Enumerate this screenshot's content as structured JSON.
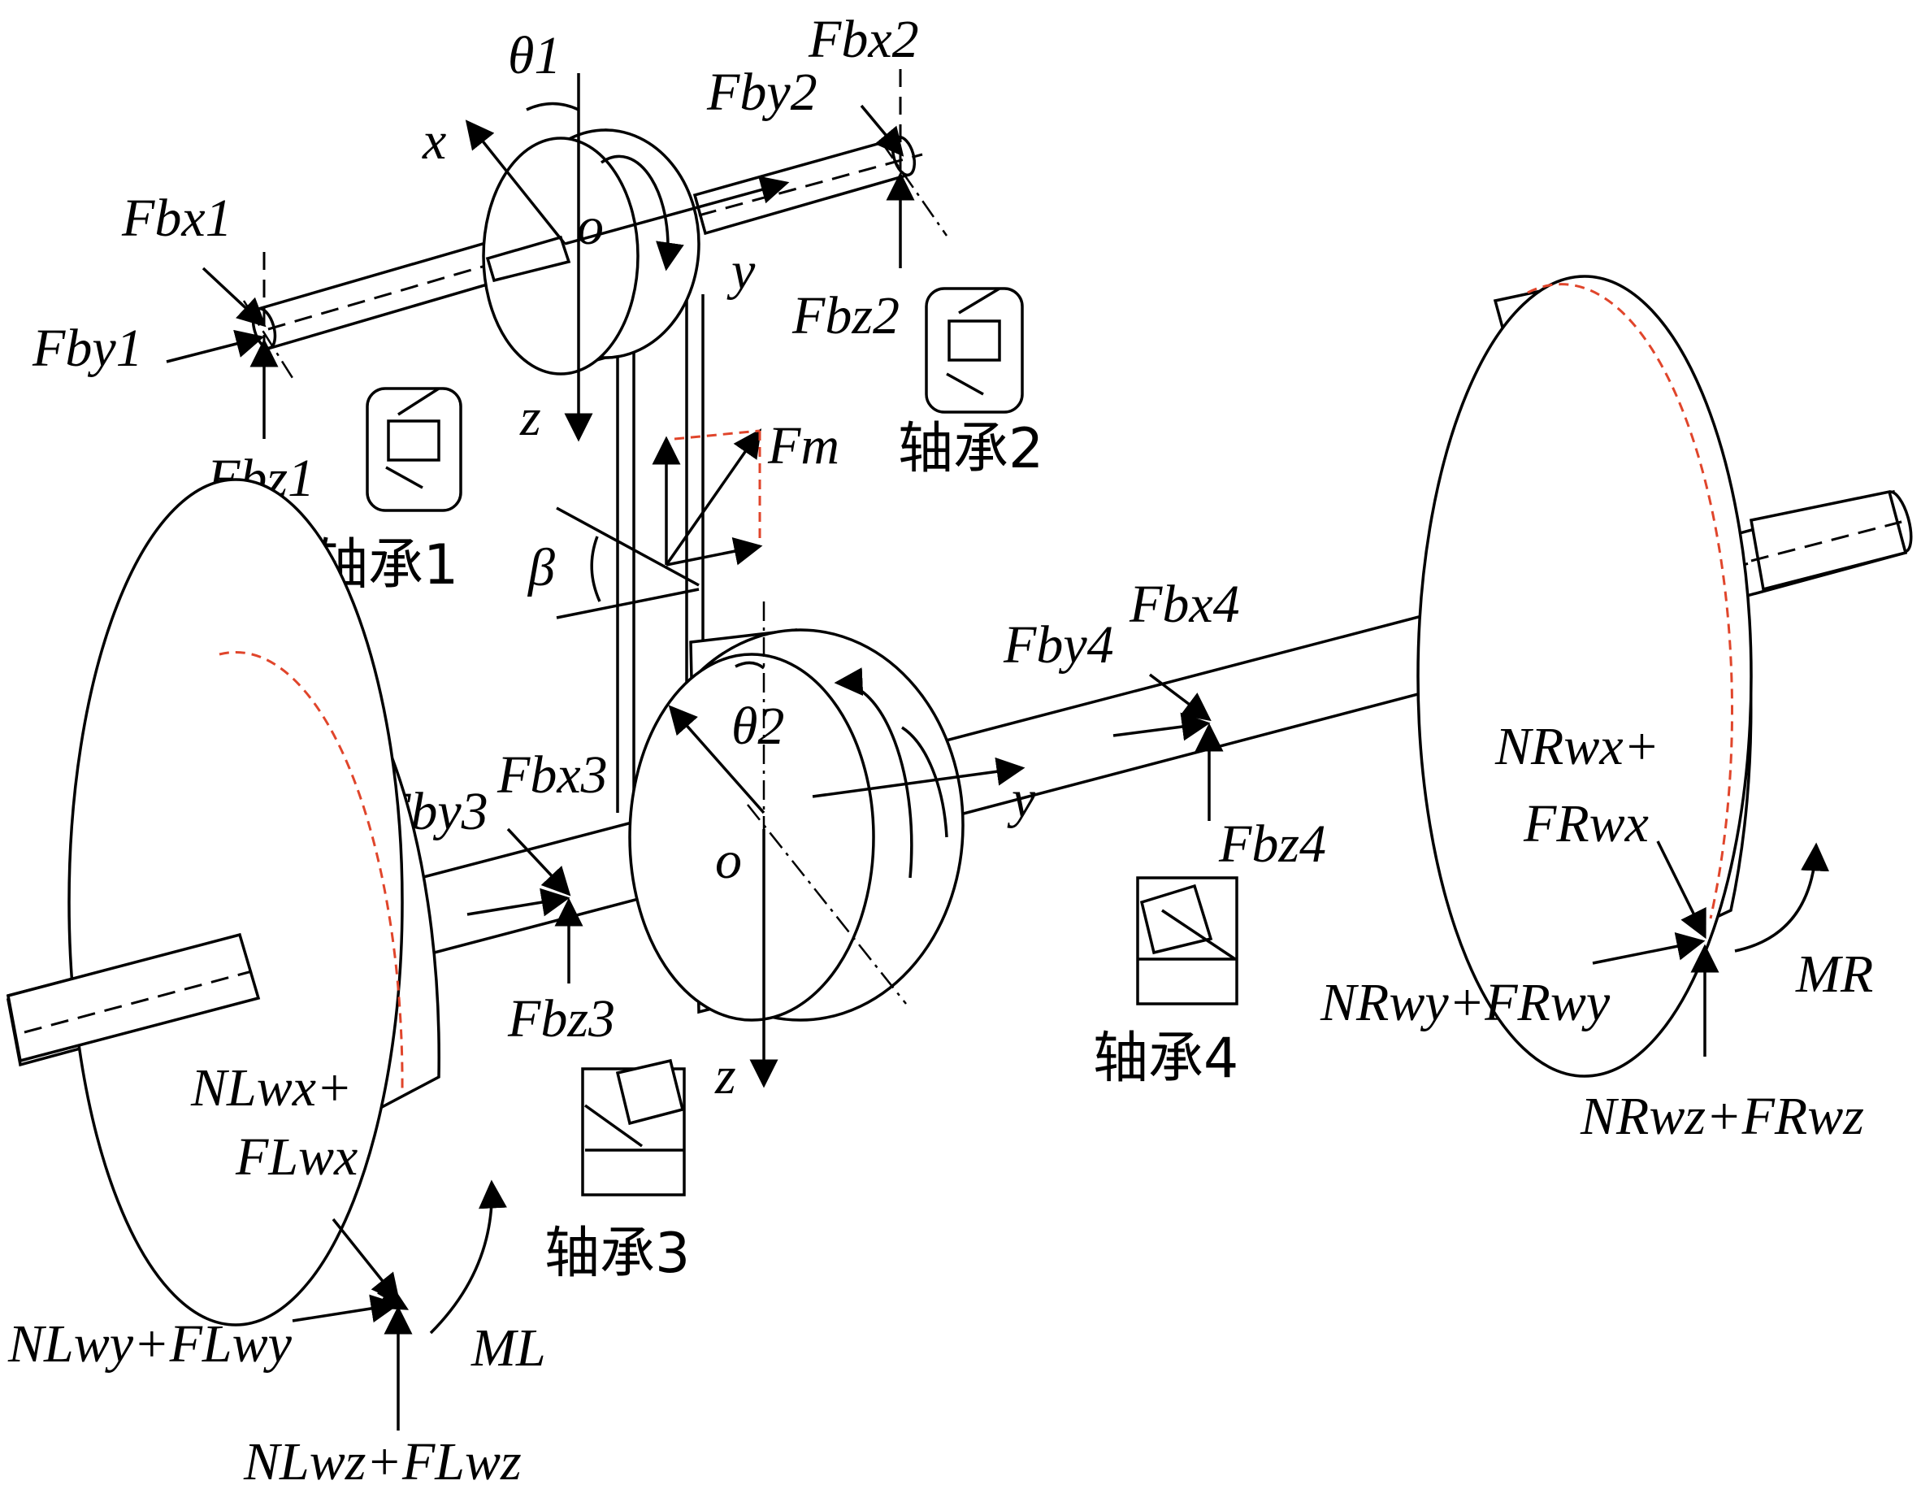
{
  "labels": {
    "theta1": "θ1",
    "theta2": "θ2",
    "x": "x",
    "y": "y",
    "z": "z",
    "o": "o",
    "beta": "β",
    "Fbx1": "Fbx1",
    "Fby1": "Fby1",
    "Fbz1": "Fbz1",
    "Fbx2": "Fbx2",
    "Fby2": "Fby2",
    "Fbz2": "Fbz2",
    "Fbx3": "Fbx3",
    "Fby3": "Fby3",
    "Fbz3": "Fbz3",
    "Fbx4": "Fbx4",
    "Fby4": "Fby4",
    "Fbz4": "Fbz4",
    "Fm": "Fm",
    "NRwx": "NRwx+",
    "FRwx": "FRwx",
    "NRwy": "NRwy+FRwy",
    "NRwz": "NRwz+FRwz",
    "MR": "MR",
    "NLwx": "NLwx+",
    "FLwx": "FLwx",
    "NLwy": "NLwy+FLwy",
    "NLwz": "NLwz+FLwz",
    "ML": "ML",
    "bearing1": "轴承1",
    "bearing2": "轴承2",
    "bearing3": "轴承3",
    "bearing4": "轴承4"
  },
  "colors": {
    "line": "#000000",
    "wheel_flange": "#e0452b"
  }
}
